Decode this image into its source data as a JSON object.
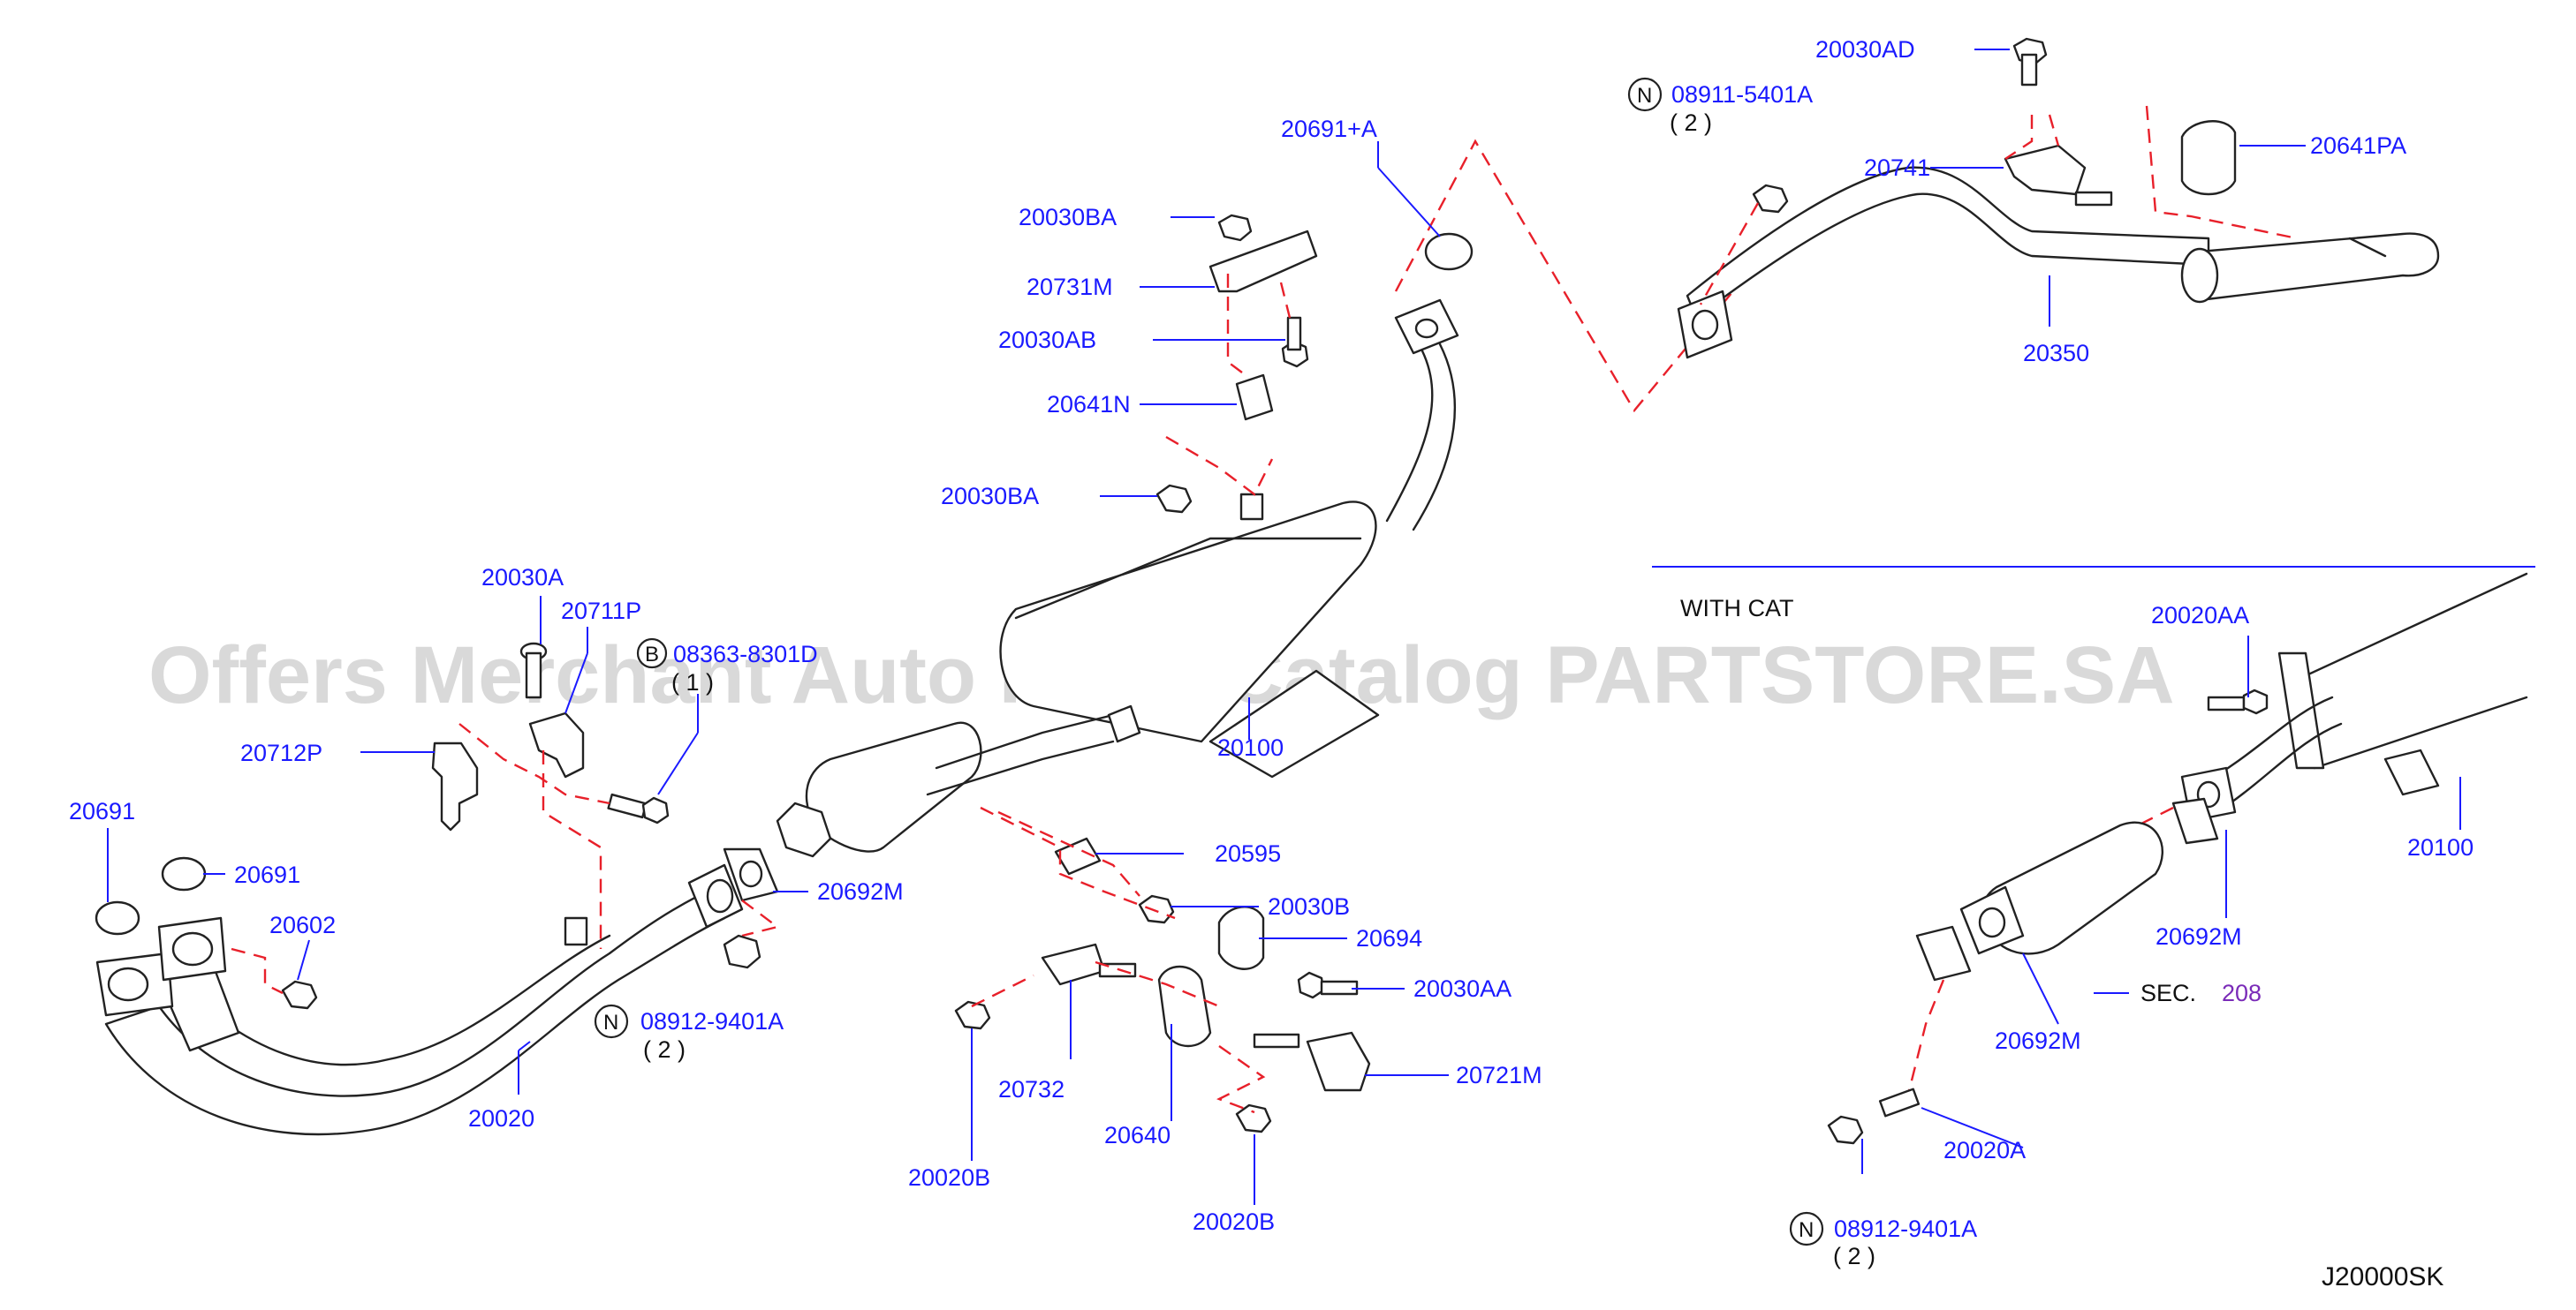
{
  "watermark": "Offers Merchant Auto Parts Catalog PARTSTORE.SA",
  "sheet_code": "J20000SK",
  "inset_title": "WITH   CAT",
  "section_ref": {
    "prefix": "SEC.",
    "number": "208"
  },
  "notes": {
    "n_8911_qty": "( 2 )",
    "n_8912_main_qty": "( 2 )",
    "n_8912_inset_qty": "( 2 )",
    "n_0363_qty": "( 1 )",
    "n_badge": "N",
    "b_badge": "B"
  },
  "labels": {
    "p20691A": "20691+A",
    "p20030BA_top": "20030BA",
    "p20731M": "20731M",
    "p20030AB": "20030AB",
    "p20641N": "20641N",
    "p20030BA_mid": "20030BA",
    "p20030A": "20030A",
    "p20711P": "20711P",
    "p0363": "08363-8301D",
    "p20712P": "20712P",
    "p20691_a": "20691",
    "p20691_b": "20691",
    "p20602": "20602",
    "p20100_main": "20100",
    "p20692M_main": "20692M",
    "p20595": "20595",
    "p20030B": "20030B",
    "p20694": "20694",
    "p20030AA": "20030AA",
    "p08912_main": "08912-9401A",
    "p20020": "20020",
    "p20732": "20732",
    "p20640": "20640",
    "p20721M": "20721M",
    "p20020B_left": "20020B",
    "p20020B_right": "20020B",
    "p20030AD": "20030AD",
    "p08911": "08911-5401A",
    "p20741": "20741",
    "p20641PA": "20641PA",
    "p20350": "20350",
    "p20020AA": "20020AA",
    "p20100_inset": "20100",
    "p20692M_inset_a": "20692M",
    "p20692M_inset_b": "20692M",
    "p20020A": "20020A",
    "p08912_inset": "08912-9401A"
  }
}
